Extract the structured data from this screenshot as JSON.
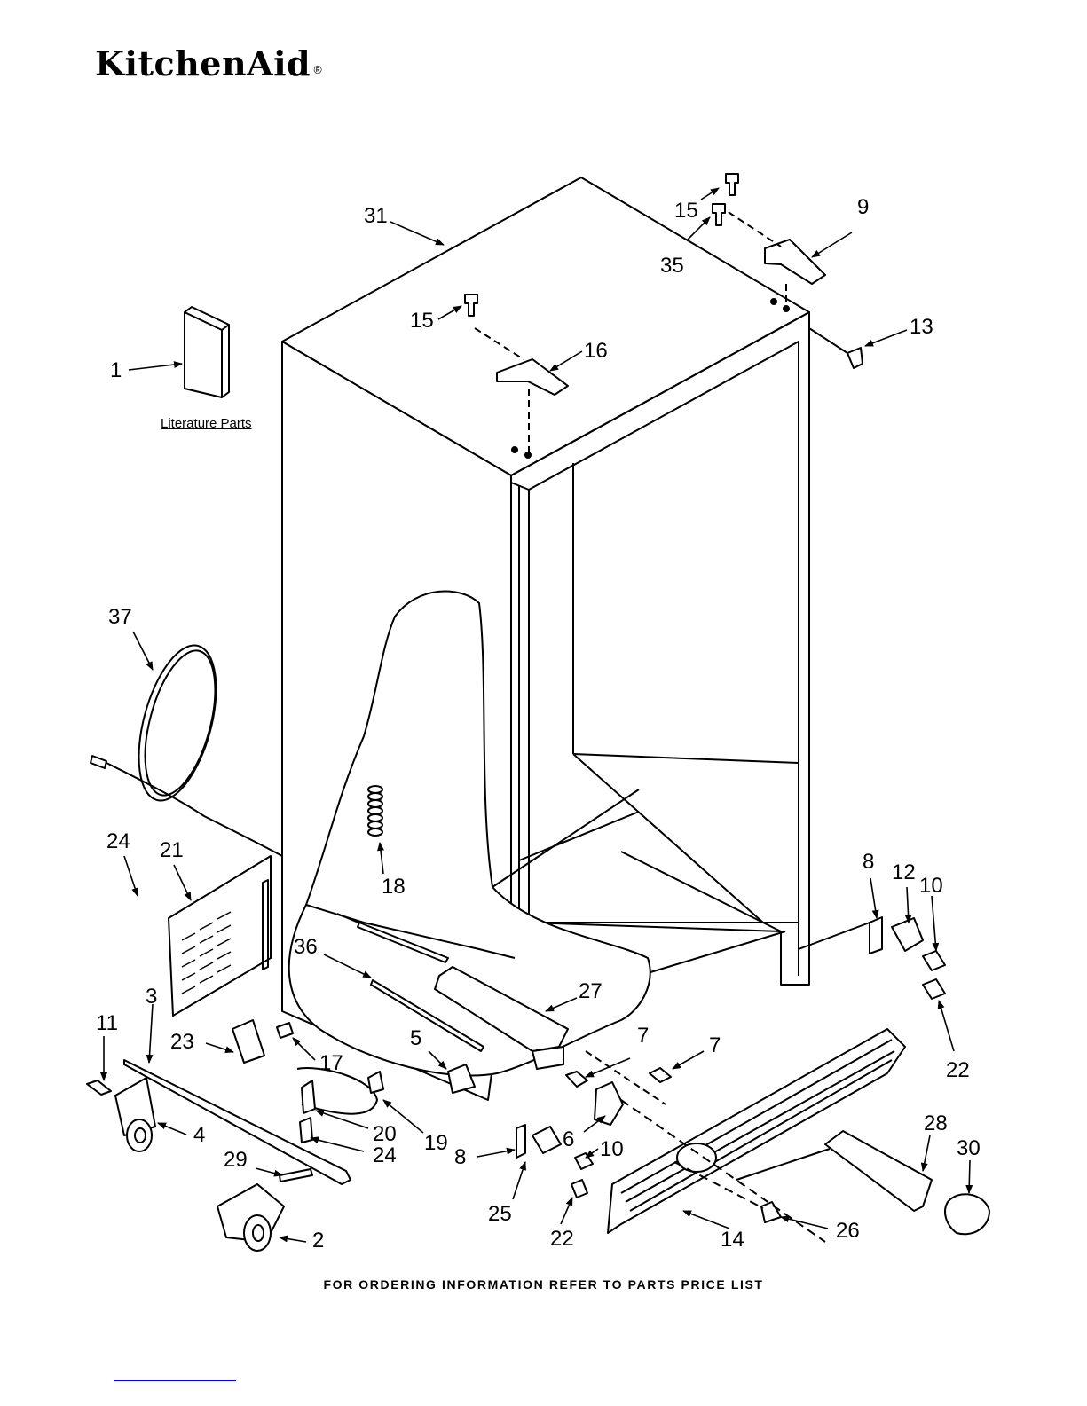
{
  "brand": {
    "logo_text": "KitchenAid",
    "registered_mark": "®"
  },
  "literature_label": "Literature Parts",
  "footer": "FOR ORDERING INFORMATION REFER TO PARTS PRICE LIST",
  "callouts": {
    "c31": "31",
    "c15a": "15",
    "c35": "35",
    "c9": "9",
    "c15b": "15",
    "c16": "16",
    "c13": "13",
    "c1": "1",
    "c37": "37",
    "c24a": "24",
    "c21": "21",
    "c18": "18",
    "c8a": "8",
    "c12": "12",
    "c10a": "10",
    "c36": "36",
    "c27": "27",
    "c3": "3",
    "c11": "11",
    "c23": "23",
    "c17": "17",
    "c5": "5",
    "c7a": "7",
    "c7b": "7",
    "c22a": "22",
    "c4": "4",
    "c20": "20",
    "c24b": "24",
    "c19": "19",
    "c8b": "8",
    "c6": "6",
    "c10b": "10",
    "c28": "28",
    "c30": "30",
    "c29": "29",
    "c25": "25",
    "c22b": "22",
    "c26": "26",
    "c14": "14",
    "c2": "2"
  }
}
